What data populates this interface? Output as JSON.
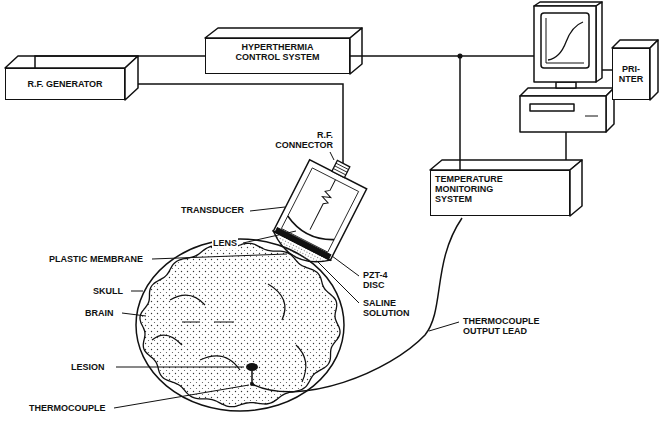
{
  "diagram": {
    "nodes": [
      {
        "text": [
          "R.F. GENERATOR"
        ]
      },
      {
        "text": [
          "HYPERTHERMIA CONTROL SYSTEM"
        ]
      },
      {
        "text": [
          "PRI- NTER"
        ]
      },
      {
        "text": [
          "TEMPERATURE MONITORING SYSTEM"
        ]
      }
    ],
    "edges": [
      {
        "from": 0,
        "to": 1,
        "arrow": "none"
      },
      {
        "from": 1,
        "to": 3,
        "arrow": "none"
      }
    ],
    "labels": [
      "R.F. CONNECTOR",
      "TRANSDUCER",
      "LENS",
      "PLASTIC MEMBRANE",
      "SKULL",
      "BRAIN",
      "PZT-4 DISC",
      "SALINE SOLUTION",
      "THERMOCOUPLE OUTPUT LEAD",
      "LESION",
      "THERMOCOUPLE"
    ]
  }
}
